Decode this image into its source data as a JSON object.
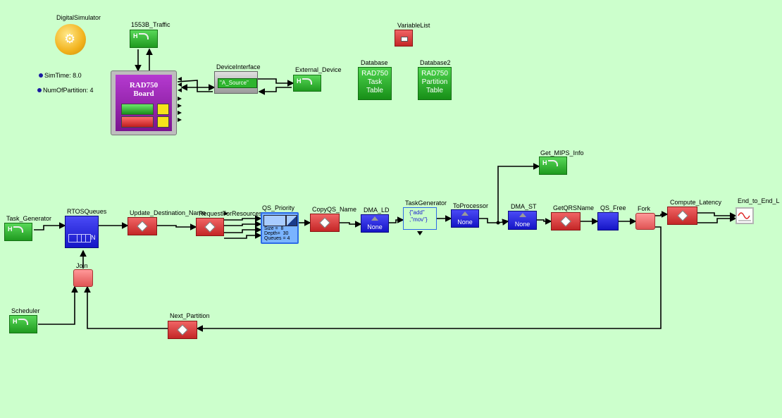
{
  "params": {
    "sim_time": "SimTime: 8.0",
    "num_partitions": "NumOfPartition: 4"
  },
  "labels": {
    "digital_simulator": "DigitalSimulator",
    "traffic": "1553B_Traffic",
    "board": "RAD750\nBoard",
    "device_interface": "DeviceInterface",
    "a_source": "\"A_Source\"",
    "external_device": "External_Device",
    "database": "Database",
    "database_text": "RAD750\nTask\nTable",
    "database2": "Database2",
    "database2_text": "RAD750\nPartition\nTable",
    "variable_list": "VariableList",
    "get_mips": "Get_MIPS_Info",
    "task_generator_src": "Task_Generator",
    "rtos_queues": "RTOSQueues",
    "update_dest": "Update_Destination_Name",
    "request_res": "RequestForResources",
    "qs_priority": "QS_Priority",
    "qs_priority_info": "Size =  8\nDepth=  30\nQueues = 4",
    "copy_qs": "CopyQS_Name",
    "dma_ld": "DMA_LD",
    "task_generator": "TaskGenerator",
    "task_gen_text": "{\"add\"\n,\"mov\"}",
    "to_processor": "ToProcessor",
    "dma_st": "DMA_ST",
    "get_qrs": "GetQRSName",
    "qs_free": "QS_Free",
    "fork": "Fork",
    "compute_latency": "Compute_Latency",
    "end_to_end": "End_to_End_L",
    "join": "Join",
    "scheduler": "Scheduler",
    "next_partition": "Next_Partition",
    "none": "None",
    "n_port": "N",
    "h": "H"
  },
  "colors": {
    "background": "#ccffcc",
    "green_block": "#2fb52f",
    "red_block": "#dd3a3a",
    "blue_block": "#2020d8",
    "purple_board": "#8a1ea8"
  }
}
